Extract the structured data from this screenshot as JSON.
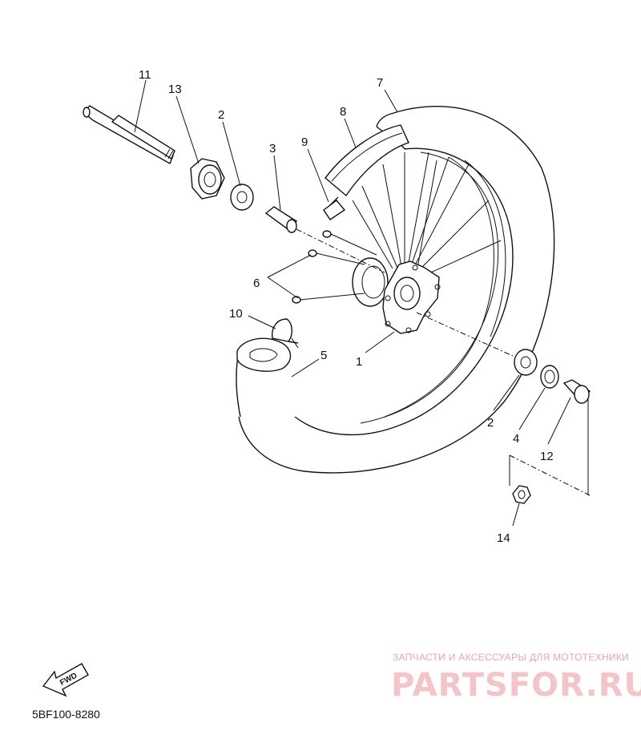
{
  "diagram": {
    "callouts": [
      {
        "id": "c11",
        "text": "11"
      },
      {
        "id": "c13",
        "text": "13"
      },
      {
        "id": "c2a",
        "text": "2"
      },
      {
        "id": "c3",
        "text": "3"
      },
      {
        "id": "c9",
        "text": "9"
      },
      {
        "id": "c8",
        "text": "8"
      },
      {
        "id": "c7",
        "text": "7"
      },
      {
        "id": "c6",
        "text": "6"
      },
      {
        "id": "c10",
        "text": "10"
      },
      {
        "id": "c5",
        "text": "5"
      },
      {
        "id": "c1",
        "text": "1"
      },
      {
        "id": "c2b",
        "text": "2"
      },
      {
        "id": "c4",
        "text": "4"
      },
      {
        "id": "c12",
        "text": "12"
      },
      {
        "id": "c14",
        "text": "14"
      }
    ],
    "fwd_label": "FWD",
    "diagram_code": "5BF100-8280"
  },
  "watermark": {
    "tagline": "ЗАПЧАСТИ И АКСЕССУАРЫ ДЛЯ МОТОТЕХНИКИ",
    "logo": "PARTSFOR.RU",
    "color": "#e9a8ad"
  }
}
